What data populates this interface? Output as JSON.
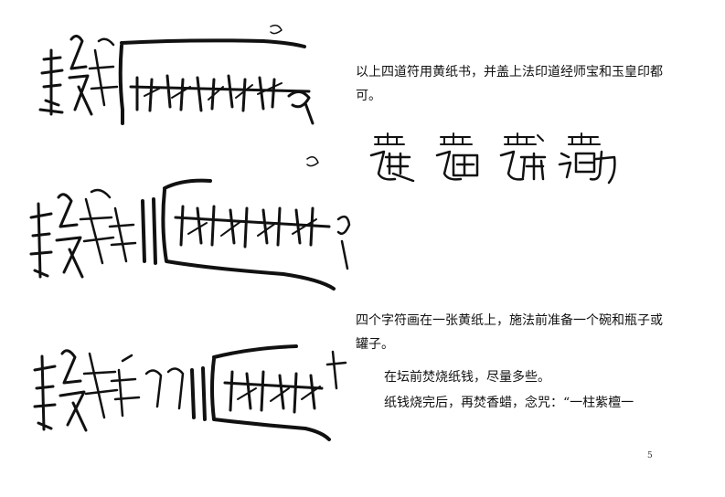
{
  "talismans": [
    {
      "name": "talisman-1"
    },
    {
      "name": "talisman-2"
    },
    {
      "name": "talisman-3"
    }
  ],
  "seal_chars": {
    "name": "four-character-talisman"
  },
  "text": {
    "para1": "以上四道符用黄纸书，并盖上法印道经师宝和玉皇印都可。",
    "para2": "四个字符画在一张黄纸上，施法前准备一个碗和瓶子或罐子。",
    "para3": "在坛前焚烧纸钱，尽量多些。",
    "para4": "纸钱烧完后，再焚香蜡，念咒：“一柱紫檀一"
  },
  "page_number": "5"
}
